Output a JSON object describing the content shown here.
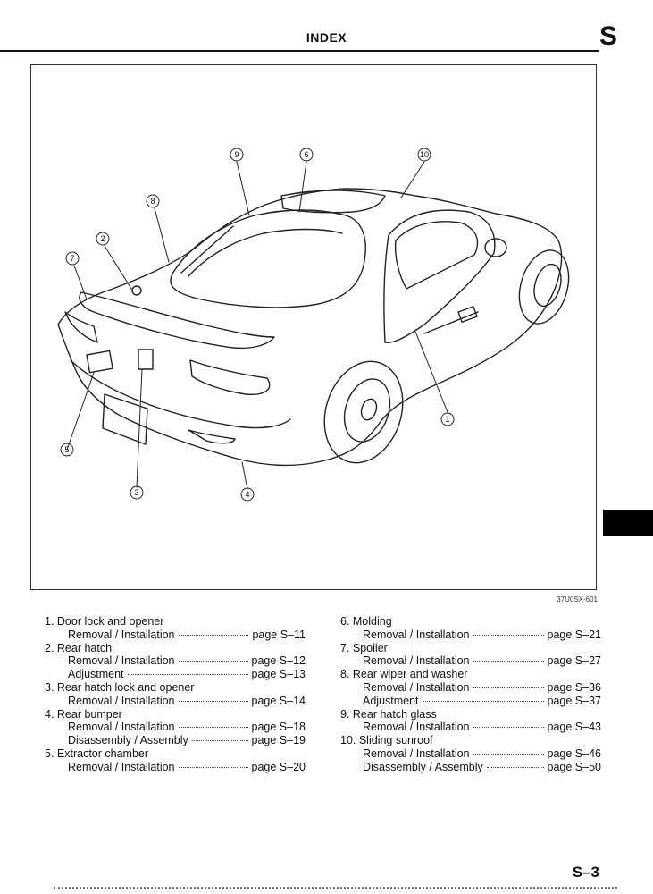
{
  "header": {
    "title": "INDEX",
    "section_letter": "S"
  },
  "figure": {
    "code": "37U0SX-601",
    "callouts": [
      "1",
      "2",
      "3",
      "4",
      "5",
      "6",
      "7",
      "8",
      "9",
      "10"
    ]
  },
  "index_left": [
    {
      "title": "1. Door lock and opener",
      "subs": [
        {
          "label": "Removal / Installation",
          "page": "page S–11"
        }
      ]
    },
    {
      "title": "2. Rear hatch",
      "subs": [
        {
          "label": "Removal / Installation",
          "page": "page S–12"
        },
        {
          "label": "Adjustment",
          "page": "page S–13"
        }
      ]
    },
    {
      "title": "3. Rear hatch lock and opener",
      "subs": [
        {
          "label": "Removal / Installation",
          "page": "page S–14"
        }
      ]
    },
    {
      "title": "4. Rear bumper",
      "subs": [
        {
          "label": "Removal / Installation",
          "page": "page S–18"
        },
        {
          "label": "Disassembly /  Assembly",
          "page": "page S–19"
        }
      ]
    },
    {
      "title": "5. Extractor chamber",
      "subs": [
        {
          "label": "Removal / Installation",
          "page": "page S–20"
        }
      ]
    }
  ],
  "index_right": [
    {
      "title": "6. Molding",
      "subs": [
        {
          "label": "Removal / Installation",
          "page": "page S–21"
        }
      ]
    },
    {
      "title": "7. Spoiler",
      "subs": [
        {
          "label": "Removal / Installation",
          "page": "page S–27"
        }
      ]
    },
    {
      "title": "8. Rear wiper and washer",
      "subs": [
        {
          "label": "Removal / Installation",
          "page": "page S–36"
        },
        {
          "label": "Adjustment",
          "page": "page S–37"
        }
      ]
    },
    {
      "title": "9. Rear hatch glass",
      "subs": [
        {
          "label": "Removal / Installation",
          "page": "page S–43"
        }
      ]
    },
    {
      "title": "10. Sliding sunroof",
      "subs": [
        {
          "label": "Removal / Installation",
          "page": "page S–46"
        },
        {
          "label": "Disassembly / Assembly",
          "page": "page S–50"
        }
      ]
    }
  ],
  "footer": {
    "page_number": "S–3"
  }
}
